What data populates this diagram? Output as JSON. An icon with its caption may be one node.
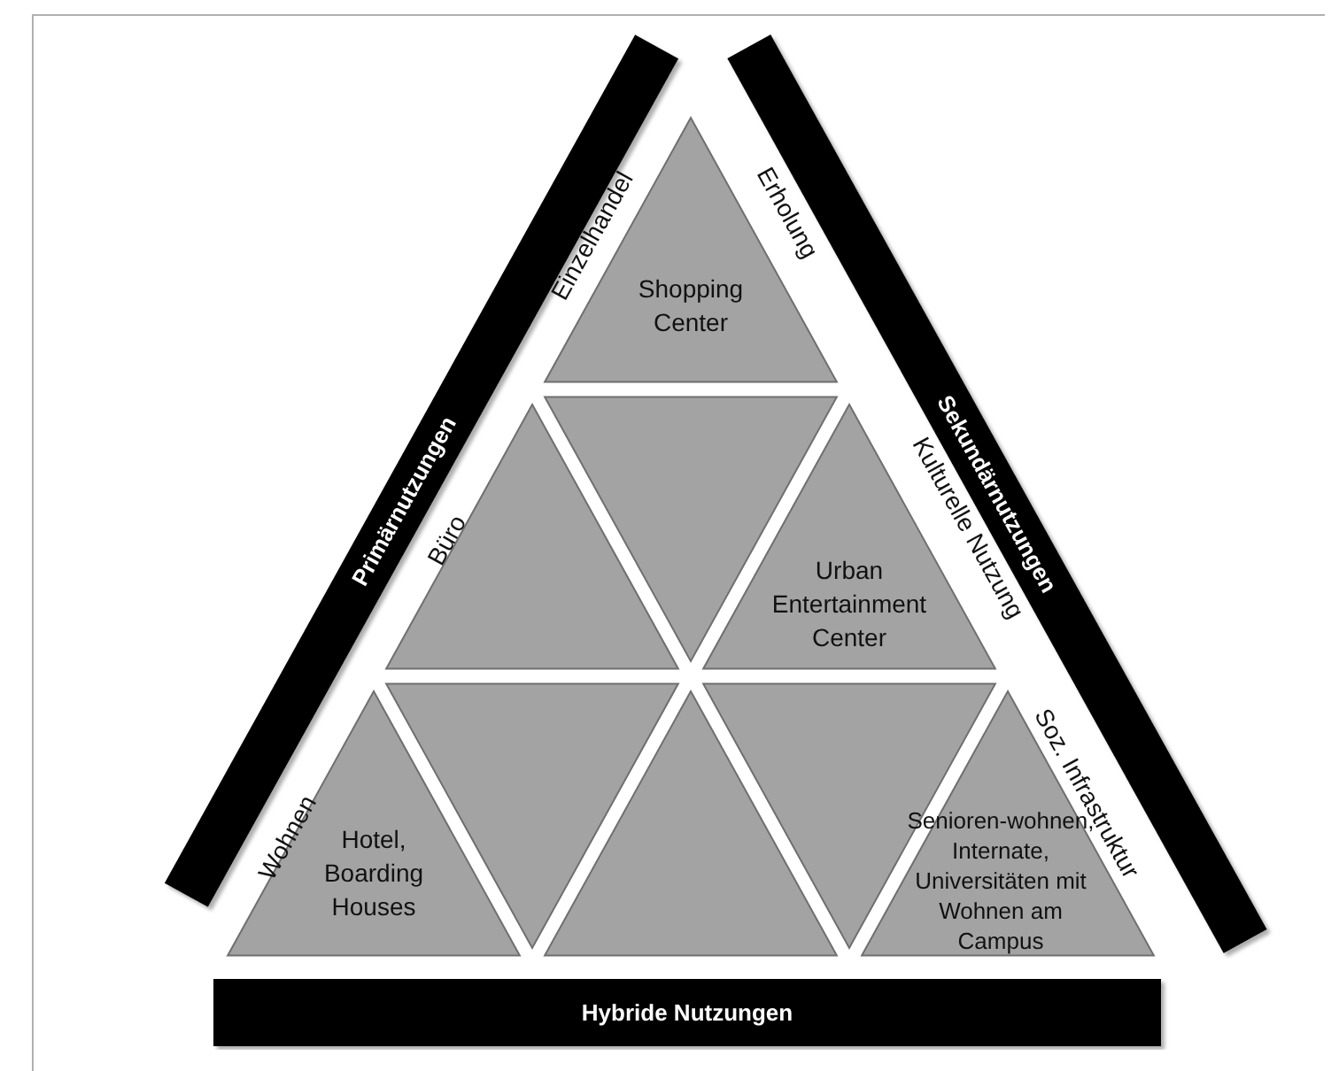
{
  "diagram": {
    "nodes": [
      {
        "text": [
          "Primärnutzungen"
        ]
      },
      {
        "text": [
          "Sekundärnutzungen"
        ]
      },
      {
        "text": [
          "Shopping Center"
        ]
      },
      {
        "text": [],
        "shape": "triangle"
      },
      {
        "text": [],
        "shape": "triangle"
      },
      {
        "text": [
          "Urban Entertainment Center"
        ]
      },
      {
        "text": [
          "Hotel, Boarding Houses"
        ]
      },
      {
        "text": [],
        "shape": "triangle"
      },
      {
        "text": [],
        "shape": "triangle"
      },
      {
        "text": [],
        "shape": "triangle"
      },
      {
        "text": [
          "Senioren-wohnen, Internate, Universitäten mit Wohnen am Campus"
        ]
      },
      {
        "text": [
          "Hybride Nutzungen"
        ]
      }
    ],
    "labels": [
      "Einzelhandel",
      "Erholung",
      "Büro",
      "Kulturelle Nutzung",
      "Wohnen",
      "Soz. Infrastruktur"
    ]
  }
}
